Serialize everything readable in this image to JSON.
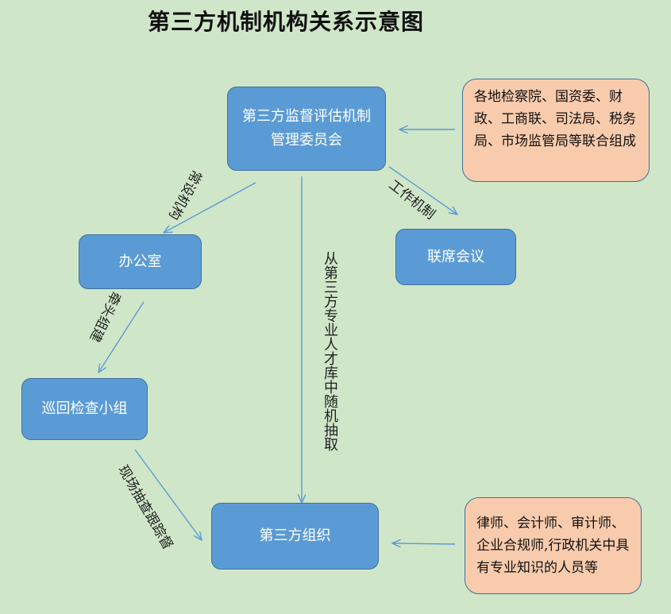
{
  "title": "第三方机制机构关系示意图",
  "nodes": {
    "committee": "第三方监督评估机制管理委员会",
    "office": "办公室",
    "joint_meeting": "联席会议",
    "inspection_group": "巡回检查小组",
    "third_party_org": "第三方组织"
  },
  "notes": {
    "committee_members": "各地检察院、国资委、财政、工商联、司法局、税务局、市场监管局等联合组成",
    "org_members": "律师、会计师、审计师、企业合规师,行政机关中具有专业知识的人员等"
  },
  "edge_labels": {
    "to_office": "常设机构",
    "to_joint_meeting": "工作机制",
    "to_inspection": "牵头组建",
    "to_third_party": "从第三方专业人才库中随机抽取",
    "inspection_to_org": "现场抽查跟踪督"
  },
  "colors": {
    "background": "#cfe6c8",
    "node_fill": "#5b9bd5",
    "note_fill": "#f8cbad",
    "arrow": "#5b9bd5"
  }
}
